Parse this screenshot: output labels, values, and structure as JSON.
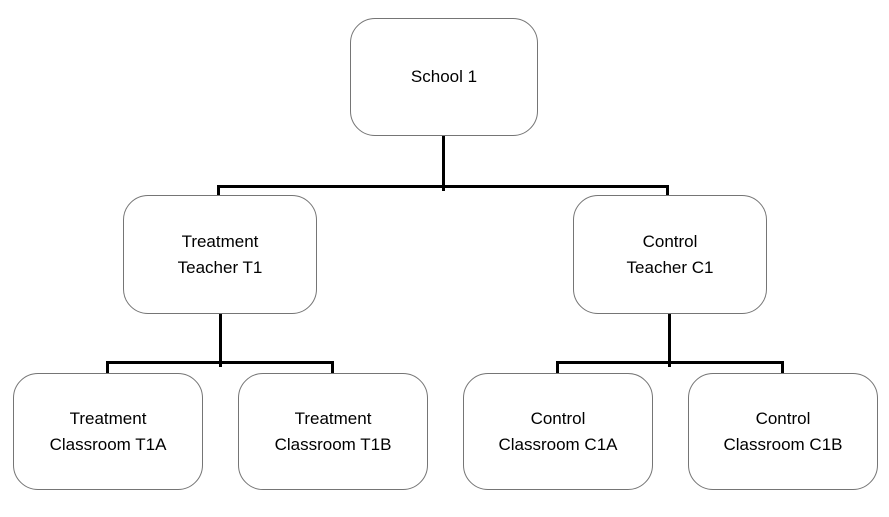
{
  "diagram": {
    "type": "hierarchy",
    "nodes": {
      "school": {
        "label": "School 1"
      },
      "treatment_teacher": {
        "label": "Treatment\nTeacher T1"
      },
      "control_teacher": {
        "label": "Control\nTeacher C1"
      },
      "treatment_classroom_a": {
        "label": "Treatment\nClassroom T1A"
      },
      "treatment_classroom_b": {
        "label": "Treatment\nClassroom T1B"
      },
      "control_classroom_a": {
        "label": "Control\nClassroom C1A"
      },
      "control_classroom_b": {
        "label": "Control\nClassroom C1B"
      }
    },
    "edges": [
      {
        "from": "school",
        "to": "treatment_teacher"
      },
      {
        "from": "school",
        "to": "control_teacher"
      },
      {
        "from": "treatment_teacher",
        "to": "treatment_classroom_a"
      },
      {
        "from": "treatment_teacher",
        "to": "treatment_classroom_b"
      },
      {
        "from": "control_teacher",
        "to": "control_classroom_a"
      },
      {
        "from": "control_teacher",
        "to": "control_classroom_b"
      }
    ],
    "colors": {
      "background": "#ffffff",
      "node_border": "#757575",
      "node_fill": "#ffffff",
      "connector": "#000000",
      "text": "#000000"
    }
  }
}
